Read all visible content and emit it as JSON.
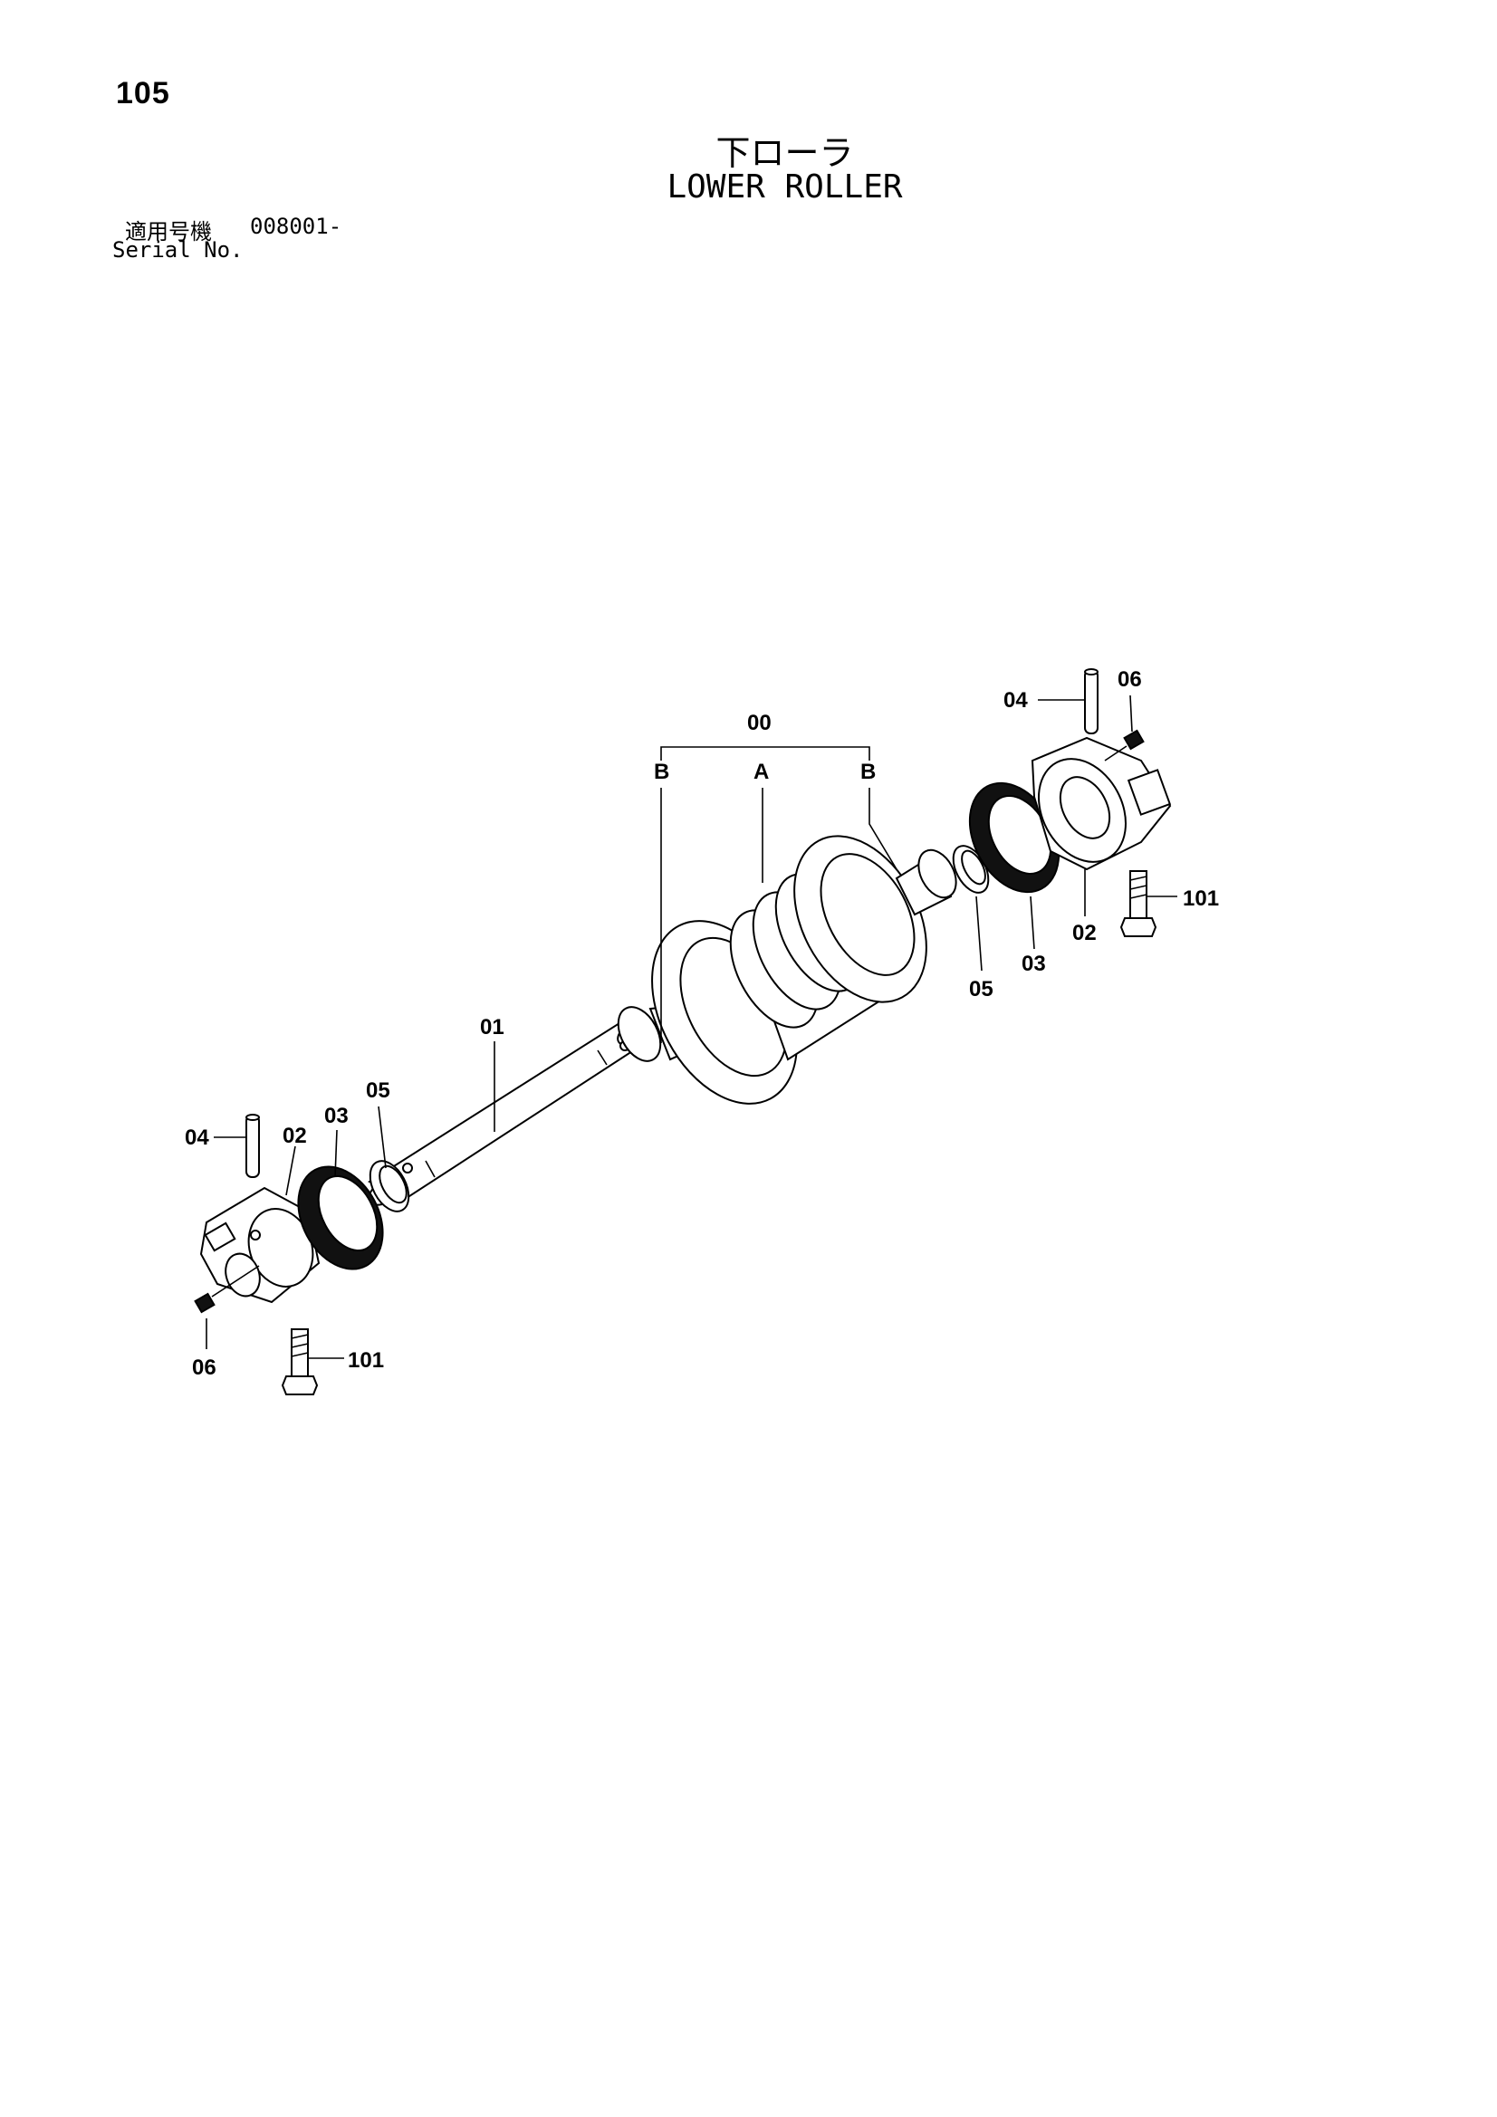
{
  "page_number": "105",
  "title_jp": "下ローラ",
  "title_en": "LOWER ROLLER",
  "serial": {
    "label_jp": "適用号機",
    "value": "008001-",
    "label_en": "Serial No."
  },
  "callouts": {
    "assembly": "00",
    "group_a": "A",
    "group_b_left": "B",
    "group_b_right": "B",
    "shaft": "01",
    "collar_left": "02",
    "collar_right": "02",
    "seal_left": "03",
    "seal_right": "03",
    "pin_left": "04",
    "pin_right": "04",
    "oring_left": "05",
    "oring_right": "05",
    "plug_left": "06",
    "plug_right": "06",
    "bolt_left": "101",
    "bolt_right": "101"
  }
}
